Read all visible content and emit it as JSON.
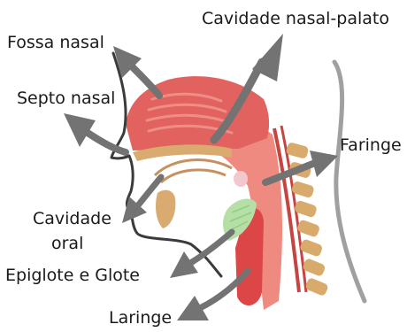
{
  "labels": {
    "cavidade_nasal_palato": "Cavidade nasal-palato",
    "fossa_nasal": "Fossa nasal",
    "septo_nasal": "Septo nasal",
    "faringe": "Faringe",
    "cavidade_oral_line1": "Cavidade",
    "cavidade_oral_line2": "oral",
    "epiglote_e_glote": "Epiglote e Glote",
    "laringe": "Laringe"
  },
  "colors": {
    "arrow": "#737373",
    "nasal_cavity": "#e2625f",
    "nasal_cavity_light": "#ee8f87",
    "pharynx": "#ef8a80",
    "bone_tan": "#d9ab70",
    "palate_outline": "#c89060",
    "airway_red": "#dc4646",
    "vertebra": "#d8aa6c",
    "spine_red": "#c64540",
    "epiglottis_green": "#b6dfa8",
    "profile_line": "#3b3b3b",
    "neck_outline": "#a0a0a0",
    "uvula_pink": "#f3c8cc"
  }
}
